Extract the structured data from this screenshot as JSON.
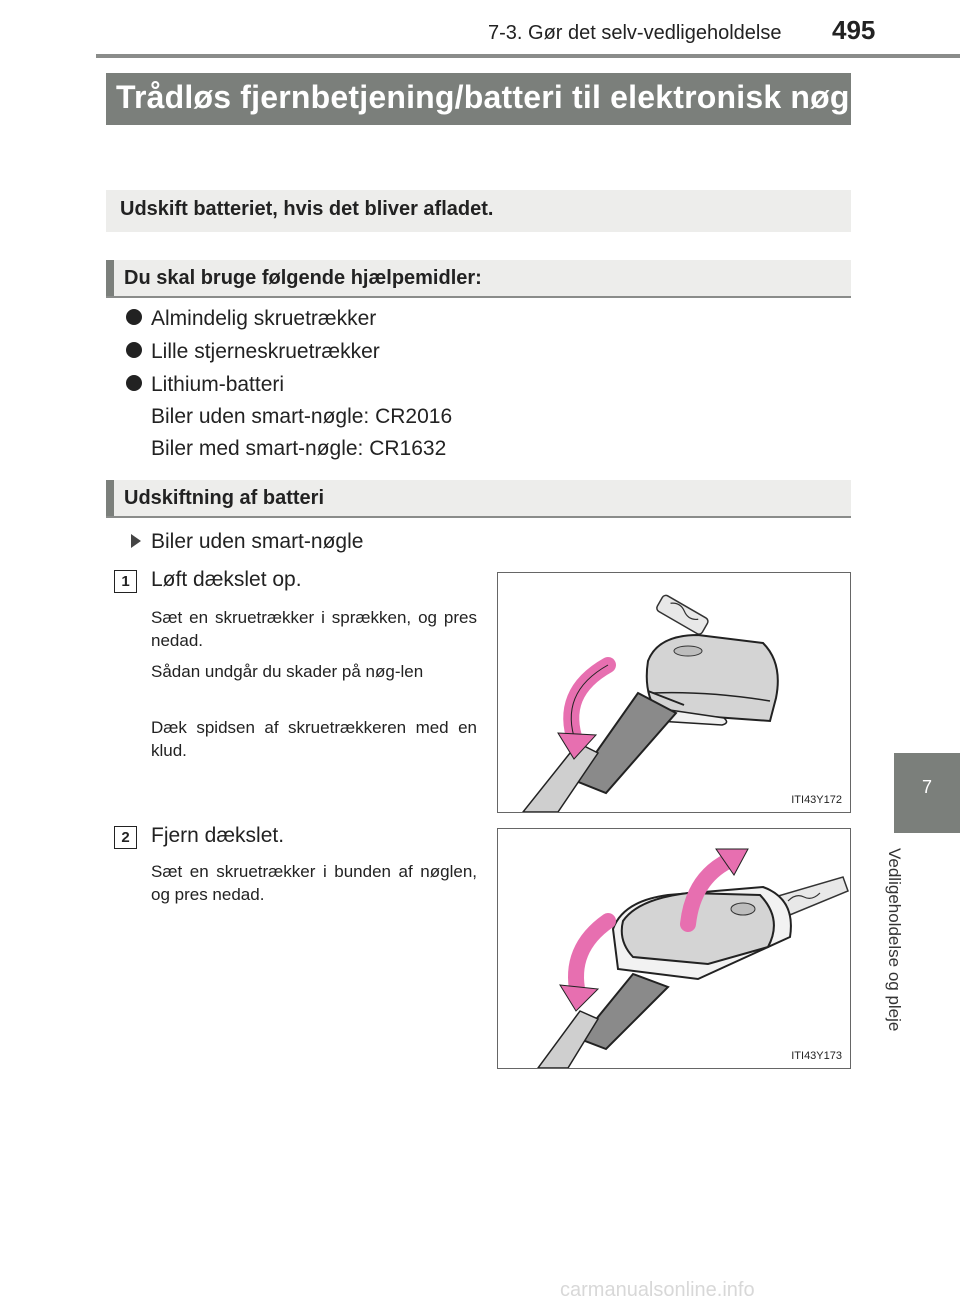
{
  "header": {
    "section": "7-3. Gør det selv-vedligeholdelse",
    "page_number": "495"
  },
  "title": "Trådløs fjernbetjening/batteri til elektronisk nøgle",
  "summary": "Udskift batteriet, hvis det bliver afladet.",
  "tools_section": {
    "heading": "Du skal bruge følgende hjælpemidler:",
    "items": [
      "Almindelig skruetrækker",
      "Lille stjerneskruetrækker",
      "Lithium-batteri"
    ],
    "battery_lines": [
      "Biler uden smart-nøgle: CR2016",
      "Biler med smart-nøgle: CR1632"
    ]
  },
  "replace_section": {
    "heading": "Udskiftning af batteri",
    "car_type": "Biler uden smart-nøgle",
    "steps": [
      {
        "number": "1",
        "title": "Løft dækslet op.",
        "notes": [
          "Sæt en skruetrækker i sprækken, og pres nedad.",
          "Sådan undgår du skader på nøg-len",
          "Dæk spidsen af skruetrækkeren med en klud."
        ],
        "figure_code": "ITI43Y172"
      },
      {
        "number": "2",
        "title": "Fjern dækslet.",
        "notes": [
          "Sæt en skruetrækker i bunden af nøglen, og pres nedad."
        ],
        "figure_code": "ITI43Y173"
      }
    ]
  },
  "side_tab": {
    "number": "7",
    "label": "Vedligeholdelse og pleje"
  },
  "watermark": "carmanualsonline.info",
  "colors": {
    "heading_gray": "#7b7f7b",
    "box_light": "#ededeb",
    "arrow_pink": "#e76fb0"
  }
}
